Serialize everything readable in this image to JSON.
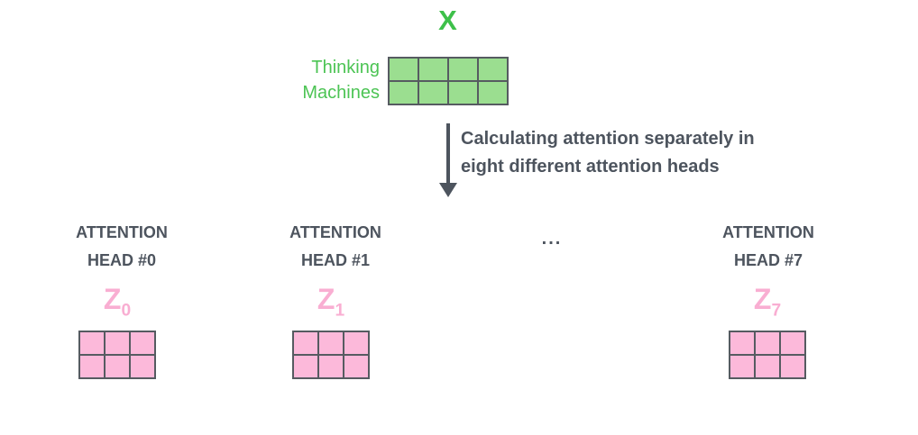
{
  "colors": {
    "green_label": "#3ec04a",
    "green_text": "#4cc454",
    "green_fill": "#9bde90",
    "pink_text": "#f9aed2",
    "pink_fill": "#fcb9da",
    "dark": "#4d545e",
    "grid_border": "#565b61"
  },
  "input_matrix": {
    "title": "X",
    "side_label_line1": "Thinking",
    "side_label_line2": "Machines",
    "rows": 2,
    "cols": 4
  },
  "arrow_caption": {
    "line1": "Calculating attention separately in",
    "line2": "eight different attention heads"
  },
  "heads": [
    {
      "label_line1": "ATTENTION",
      "label_line2": "HEAD #0",
      "z_letter": "Z",
      "z_sub": "0"
    },
    {
      "label_line1": "ATTENTION",
      "label_line2": "HEAD #1",
      "z_letter": "Z",
      "z_sub": "1"
    },
    {
      "label_line1": "ATTENTION",
      "label_line2": "HEAD #7",
      "z_letter": "Z",
      "z_sub": "7"
    }
  ],
  "ellipsis": "...",
  "z_matrix": {
    "rows": 2,
    "cols": 3
  }
}
